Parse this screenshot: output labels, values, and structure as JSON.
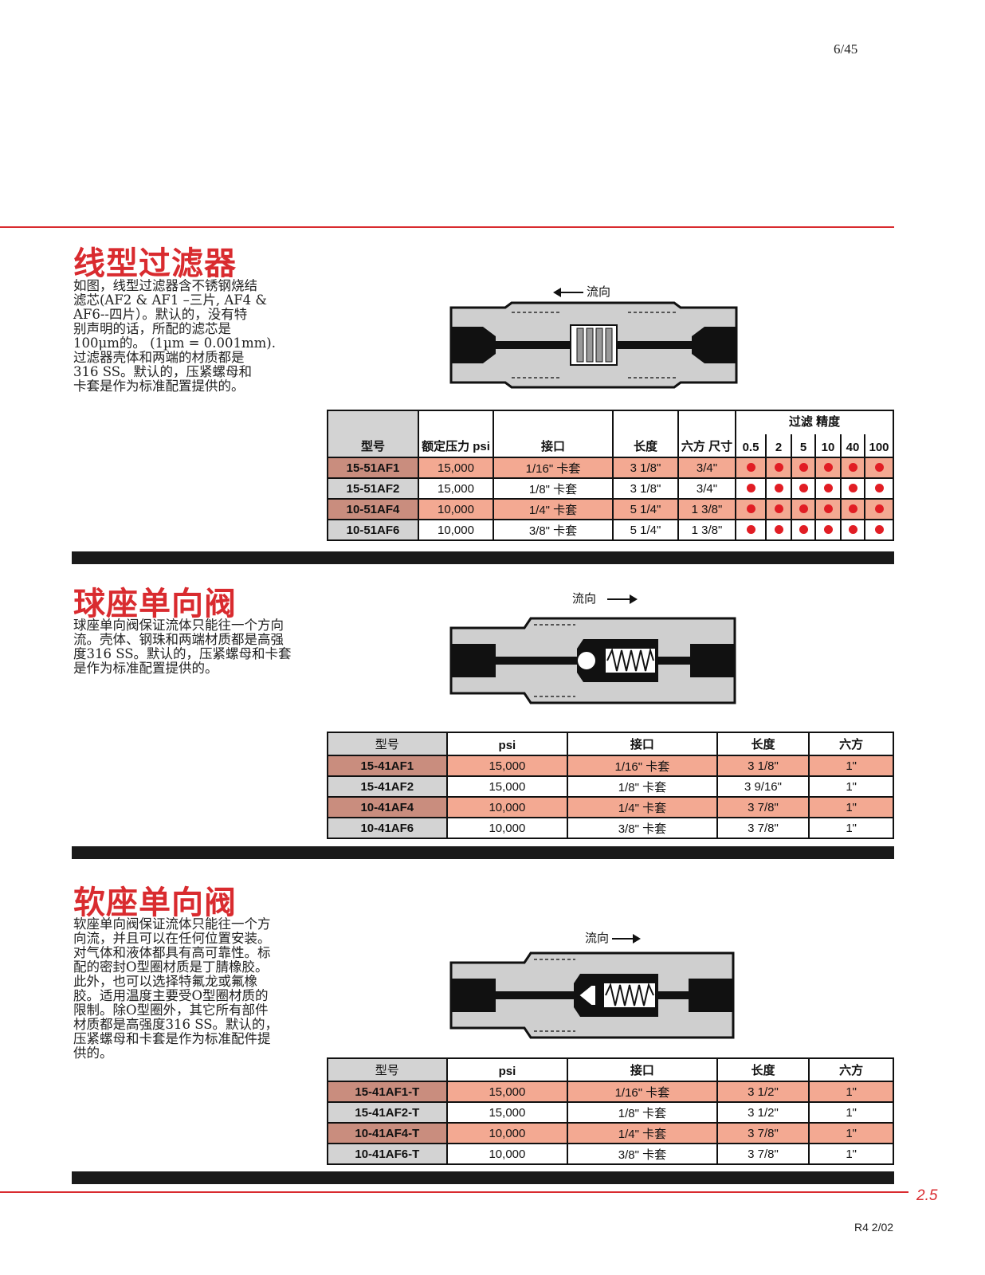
{
  "page_number": "6/45",
  "section1": {
    "title": "线型过滤器",
    "description": "如图，线型过滤器含不锈钢烧结\n滤芯(AF2 & AF1 –三片, AF4 &\nAF6--四片）。默认的，没有特\n别声明的话，所配的滤芯是\n100μm的。 (1µm = 0.001mm).\n过滤器壳体和两端的材质都是\n316 SS。默认的，压紧螺母和\n卡套是作为标准配置提供的。",
    "flow_label": "流向",
    "headers": [
      "型号",
      "额定压力 psi",
      "接口",
      "长度",
      "六方 尺寸",
      "过滤 精度"
    ],
    "filter_grades": [
      "0.5",
      "2",
      "5",
      "10",
      "40",
      "100"
    ],
    "rows": [
      {
        "model": "15-51AF1",
        "psi": "15,000",
        "port": "1/16\" 卡套",
        "length": "3 1/8\"",
        "hex": "3/4\""
      },
      {
        "model": "15-51AF2",
        "psi": "15,000",
        "port": "1/8\" 卡套",
        "length": "3 1/8\"",
        "hex": "3/4\""
      },
      {
        "model": "10-51AF4",
        "psi": "10,000",
        "port": "1/4\" 卡套",
        "length": "5 1/4\"",
        "hex": "1 3/8\""
      },
      {
        "model": "10-51AF6",
        "psi": "10,000",
        "port": "3/8\" 卡套",
        "length": "5 1/4\"",
        "hex": "1 3/8\""
      }
    ]
  },
  "section2": {
    "title": "球座单向阀",
    "description": "球座单向阀保证流体只能往一个方向\n流。壳体、钢珠和两端材质都是高强\n度316 SS。默认的，压紧螺母和卡套\n是作为标准配置提供的。",
    "flow_label": "流向",
    "headers": [
      "型号",
      "psi",
      "接口",
      "长度",
      "六方"
    ],
    "rows": [
      {
        "model": "15-41AF1",
        "psi": "15,000",
        "port": "1/16\" 卡套",
        "length": "3 1/8\"",
        "hex": "1\""
      },
      {
        "model": "15-41AF2",
        "psi": "15,000",
        "port": "1/8\" 卡套",
        "length": "3 9/16\"",
        "hex": "1\""
      },
      {
        "model": "10-41AF4",
        "psi": "10,000",
        "port": "1/4\" 卡套",
        "length": "3 7/8\"",
        "hex": "1\""
      },
      {
        "model": "10-41AF6",
        "psi": "10,000",
        "port": "3/8\" 卡套",
        "length": "3 7/8\"",
        "hex": "1\""
      }
    ]
  },
  "section3": {
    "title": "软座单向阀",
    "description": "软座单向阀保证流体只能往一个方\n向流，并且可以在任何位置安装。\n对气体和液体都具有高可靠性。标\n配的密封O型圈材质是丁腈橡胶。\n此外，也可以选择特氟龙或氟橡\n胶。适用温度主要受O型圈材质的\n限制。除O型圈外，其它所有部件\n材质都是高强度316 SS。默认的，\n压紧螺母和卡套是作为标准配件提\n供的。",
    "flow_label": "流向",
    "headers": [
      "型号",
      "psi",
      "接口",
      "长度",
      "六方"
    ],
    "rows": [
      {
        "model": "15-41AF1-T",
        "psi": "15,000",
        "port": "1/16\" 卡套",
        "length": "3 1/2\"",
        "hex": "1\""
      },
      {
        "model": "15-41AF2-T",
        "psi": "15,000",
        "port": "1/8\" 卡套",
        "length": "3 1/2\"",
        "hex": "1\""
      },
      {
        "model": "10-41AF4-T",
        "psi": "10,000",
        "port": "1/4\" 卡套",
        "length": "3 7/8\"",
        "hex": "1\""
      },
      {
        "model": "10-41AF6-T",
        "psi": "10,000",
        "port": "3/8\" 卡套",
        "length": "3 7/8\"",
        "hex": "1\""
      }
    ]
  },
  "footer": {
    "section_number": "2.5",
    "revision": "R4 2/02"
  },
  "colors": {
    "accent_red": "#d92b2f",
    "row_highlight": "#f3a992",
    "model_cell": "#d3d3d3",
    "dot_red": "#e11d24"
  }
}
